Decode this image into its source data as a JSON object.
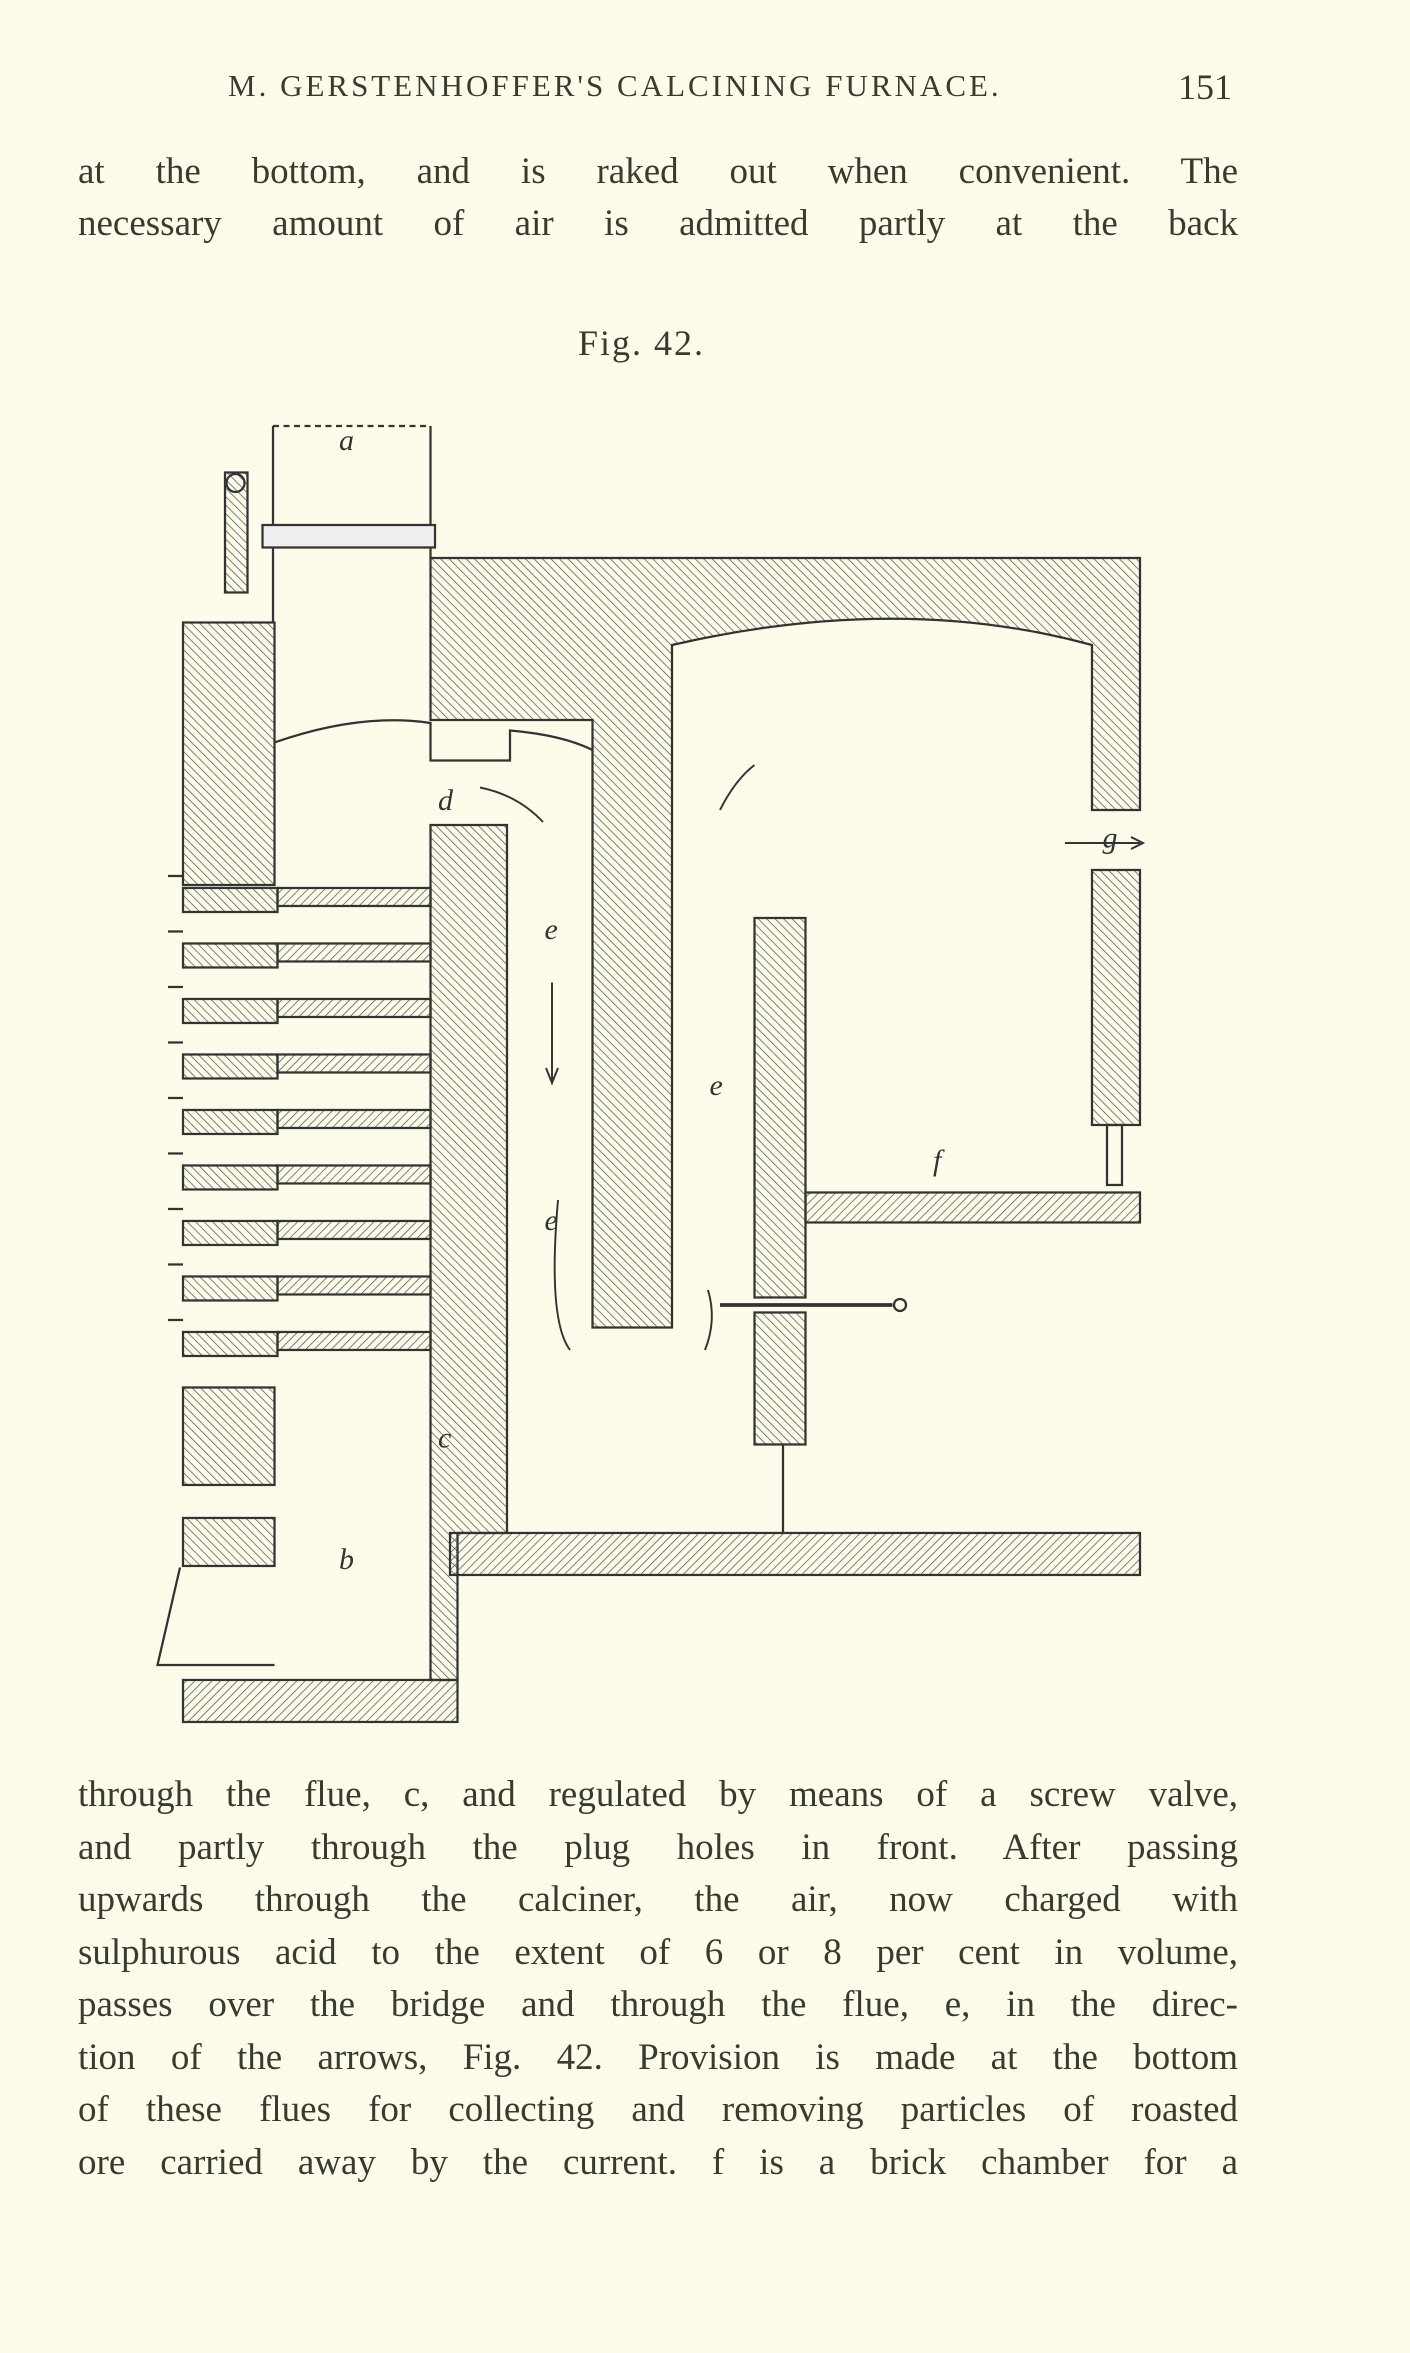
{
  "header": {
    "running_title": "M. GERSTENHOFFER'S CALCINING FURNACE.",
    "page_number": "151"
  },
  "text_top": [
    "at the bottom, and is raked out when convenient.  The",
    "necessary amount of air is admitted partly at the back"
  ],
  "figure": {
    "caption": "Fig. 42.",
    "labels": {
      "a": "a",
      "b": "b",
      "c": "c",
      "d": "d",
      "e1": "e",
      "e2": "e",
      "e3": "e",
      "f": "f",
      "g": "g"
    }
  },
  "text_bottom": [
    "through the flue, c, and regulated by means of a screw valve,",
    "and partly through the plug holes in front.  After passing",
    "upwards through the calciner, the air, now charged with",
    "sulphurous acid to the extent of 6 or 8 per cent in volume,",
    "passes over the bridge and through the flue, e, in the direc-",
    "tion of the arrows, Fig. 42.  Provision is made at the bottom",
    "of these flues for collecting and removing particles of roasted",
    "ore carried away by the current.  f is a brick chamber for a"
  ]
}
